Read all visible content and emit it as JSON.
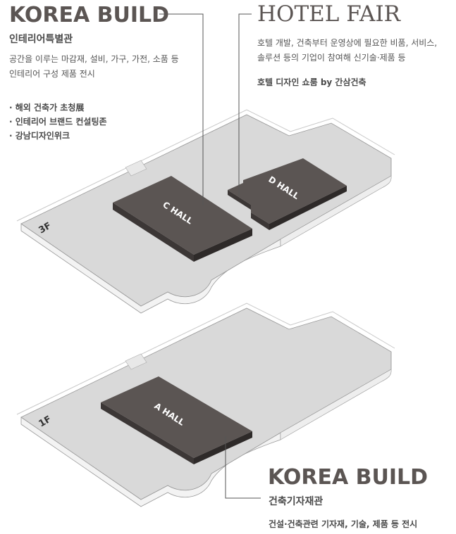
{
  "korea_build_3f": {
    "title": "KOREA BUILD",
    "subtitle": "인테리어특별관",
    "desc_line1": "공간을 이루는 마감재, 설비, 가구, 가전, 소품 등",
    "desc_line2": "인테리어 구성 제품 전시",
    "bullets": [
      "· 해외 건축가 초청展",
      "· 인테리어 브랜드 컨설팅존",
      "· 강남디자인위크"
    ]
  },
  "hotel_fair": {
    "title": "HOTEL FAIR",
    "desc_line1": "호텔 개발, 건축부터 운영상에 필요한 비품, 서비스,",
    "desc_line2": "솔루션 등의 기업이 참여해 신기술·제품 등",
    "highlight": "호텔 디자인 쇼룸 by 간삼건축"
  },
  "korea_build_1f": {
    "title": "KOREA BUILD",
    "subtitle": "건축기자재관",
    "desc": "건설·건축관련 기자재, 기술, 제품 등 전시"
  },
  "floors": {
    "upper": "3F",
    "lower": "1F"
  },
  "halls": {
    "c": "C HALL",
    "d": "D HALL",
    "a": "A HALL"
  },
  "colors": {
    "hall": "#5b5553",
    "hall_side": "#3c3736",
    "floor_top": "#d9d9d9",
    "floor_edge": "#f2f2f2",
    "title": "#5b5553"
  }
}
